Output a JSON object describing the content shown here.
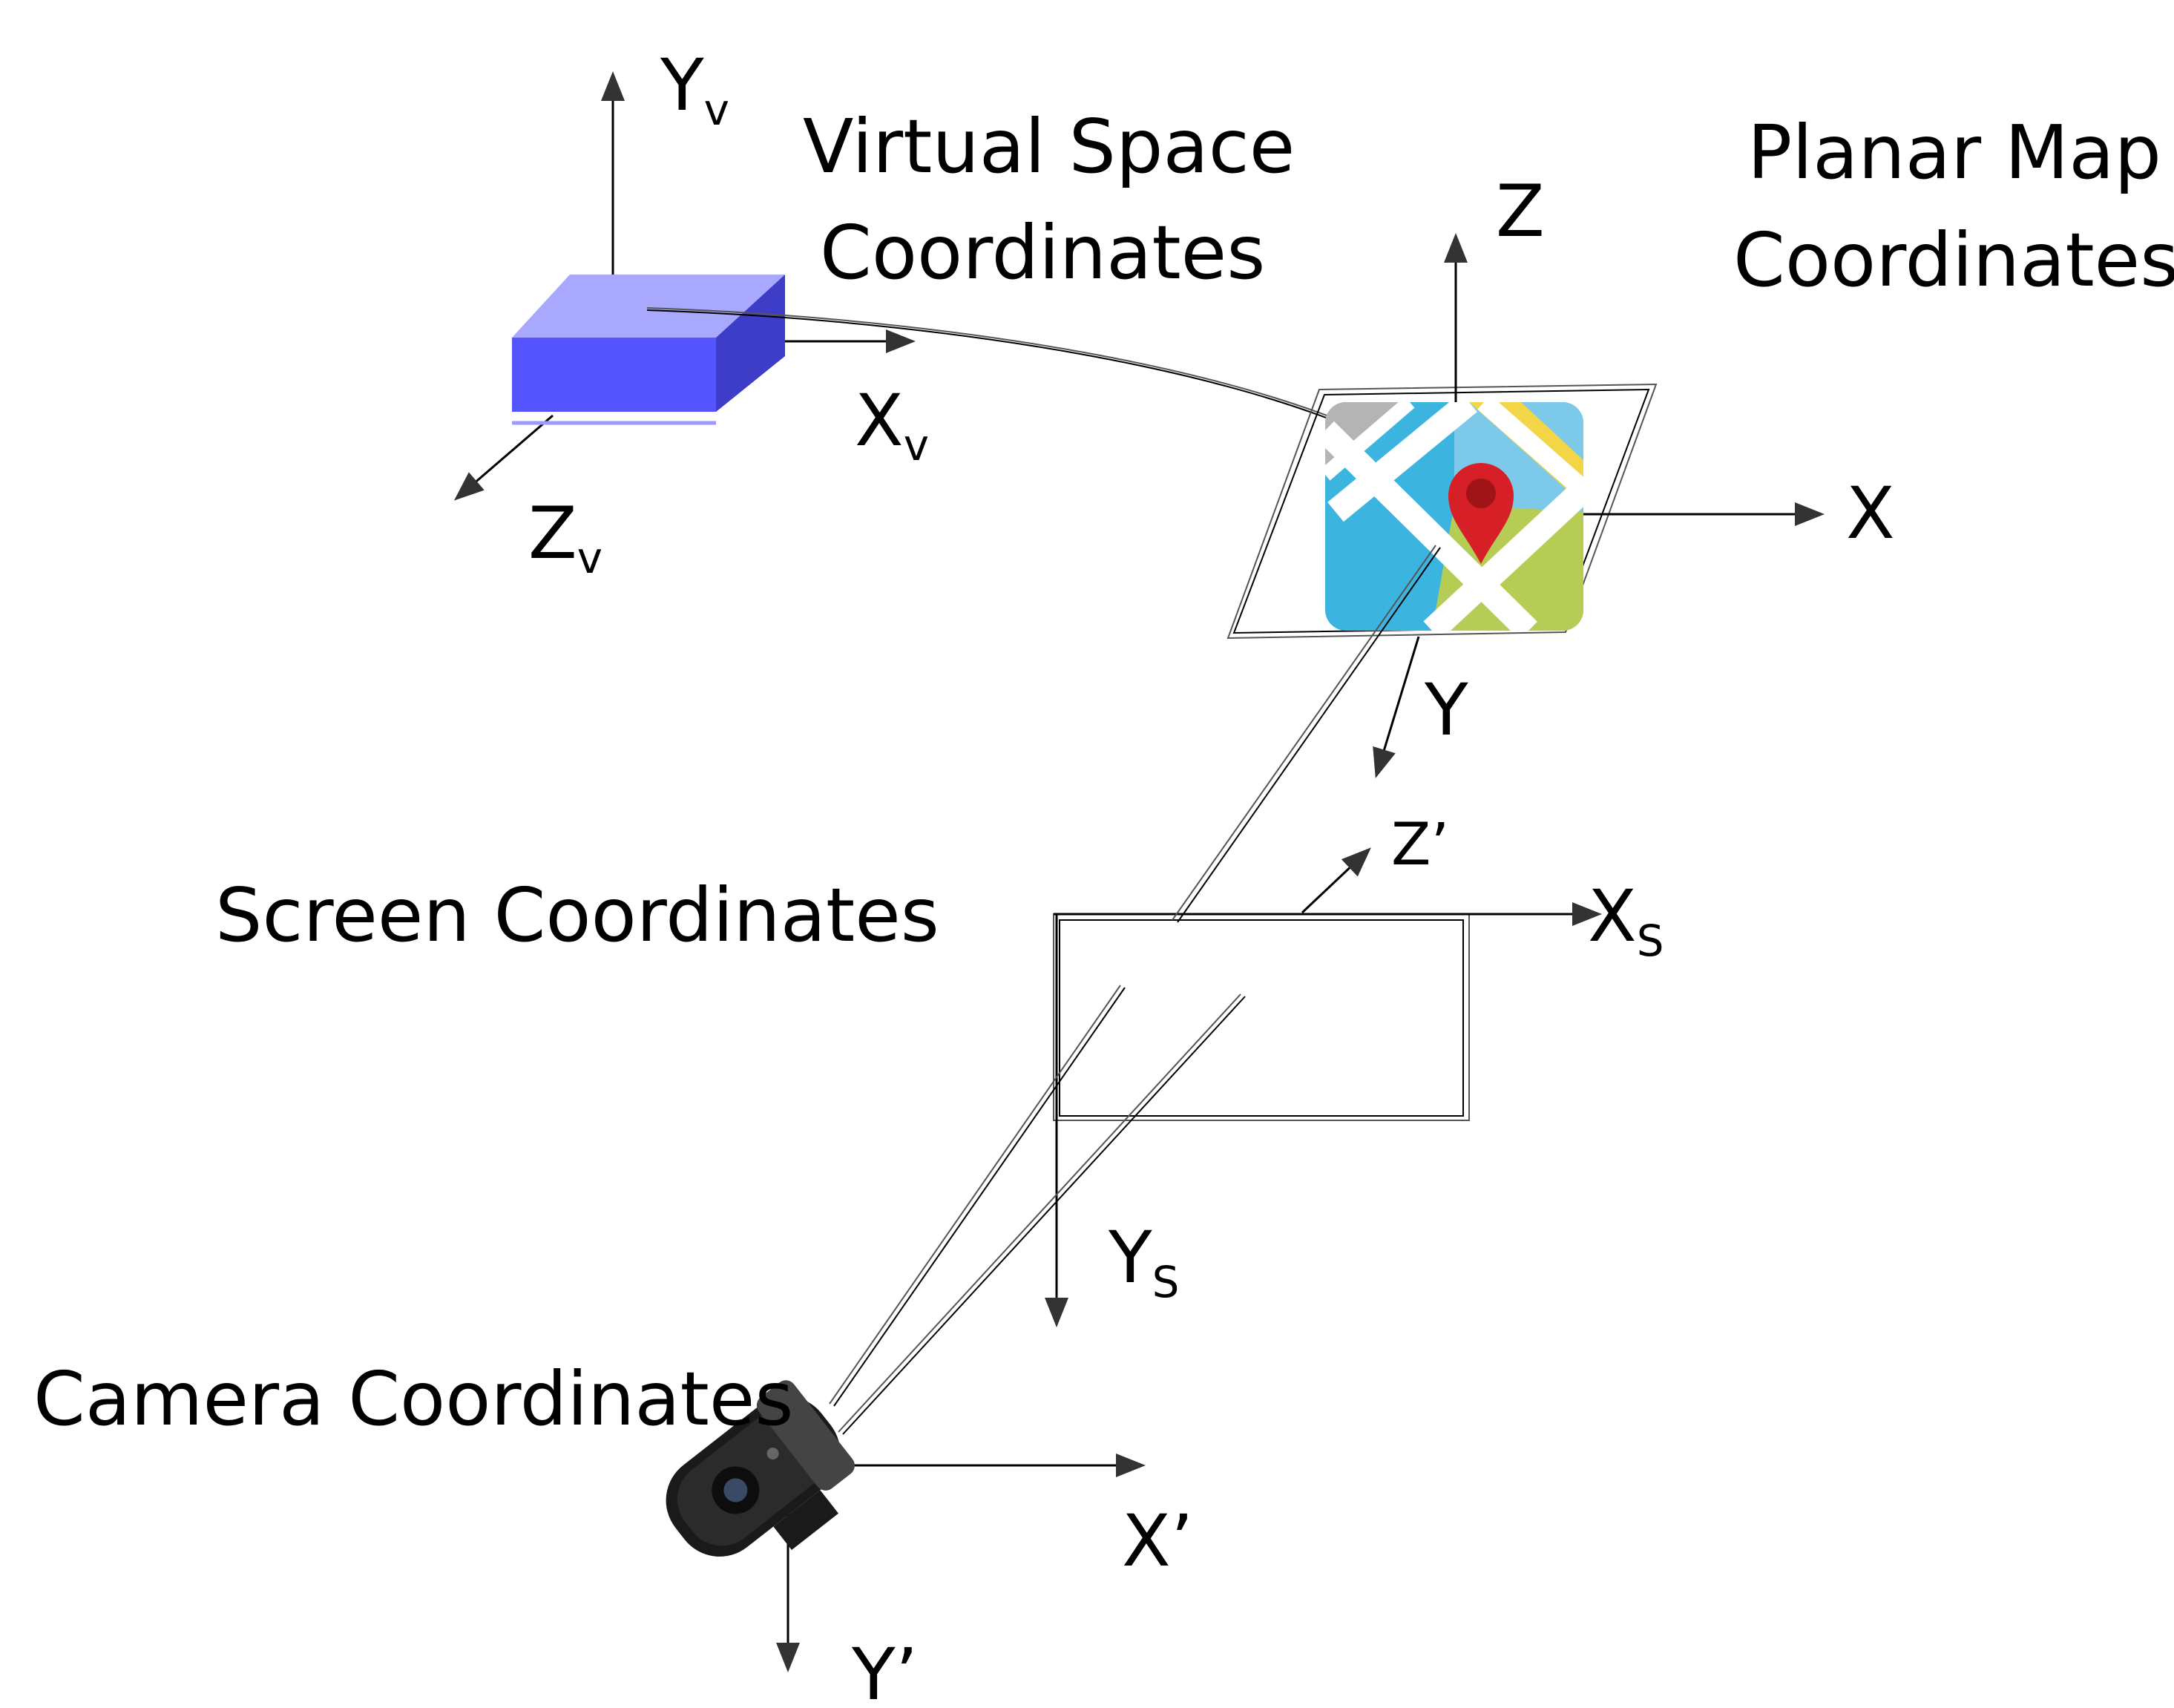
{
  "titles": {
    "virtual_line1": "Virtual Space",
    "virtual_line2": "Coordinates",
    "planar_line1": "Planar Map",
    "planar_line2": "Coordinates",
    "screen": "Screen Coordinates",
    "camera": "Camera Coordinates"
  },
  "axes": {
    "yv": {
      "main": "Y",
      "sub": "v"
    },
    "xv": {
      "main": "X",
      "sub": "v"
    },
    "zv": {
      "main": "Z",
      "sub": "v"
    },
    "z": "Z",
    "x": "X",
    "y": "Y",
    "zprime": "Z’",
    "xs": {
      "main": "X",
      "sub": "S"
    },
    "ys": {
      "main": "Y",
      "sub": "S"
    },
    "xprime": "X’",
    "yprime": "Y’"
  },
  "colors": {
    "cube_top": "#a8a8ff",
    "cube_front": "#5555ff",
    "cube_side": "#3d3dc8",
    "map_blue": "#3bb5e0",
    "map_light_blue": "#7cc9ea",
    "map_green": "#b5cc55",
    "map_yellow": "#f2d648",
    "map_gray": "#b4b4b4",
    "map_pin": "#d61f26",
    "arrow": "#333333"
  },
  "icons": {
    "virtual_object": "cube-icon",
    "map": "map-pin-icon",
    "camera": "webcam-icon"
  }
}
